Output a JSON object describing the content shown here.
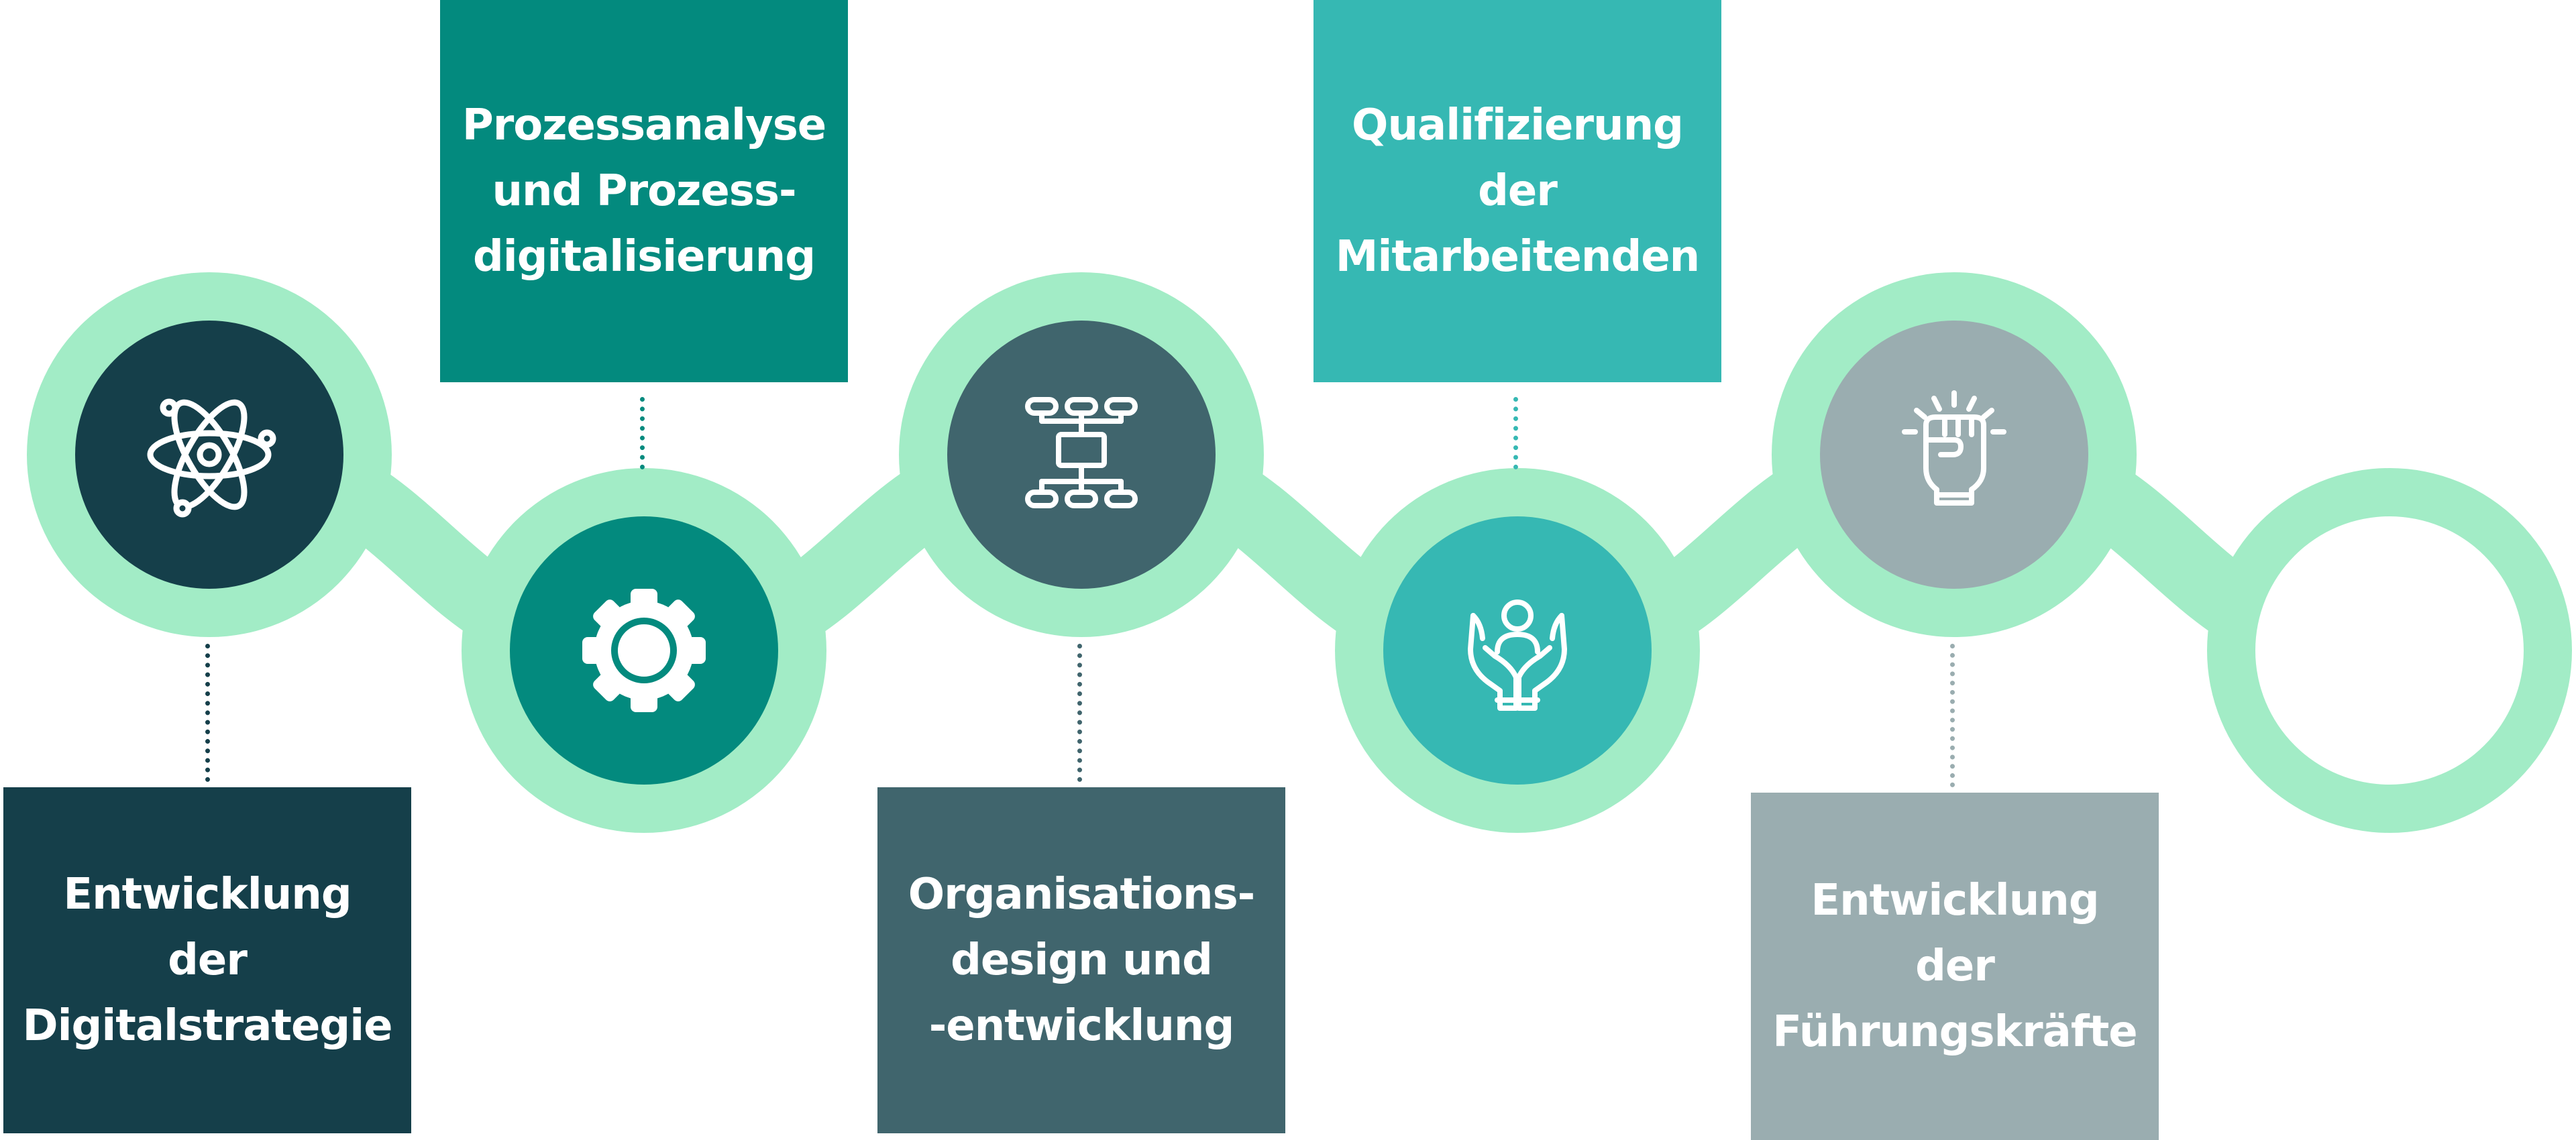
{
  "colors": {
    "chain": "#a2ecc6",
    "background": "#ffffff",
    "text": "#ffffff"
  },
  "steps": [
    {
      "label": "Entwicklung\nder\nDigitalstrategie",
      "icon": "atom-icon",
      "color": "#153f4a",
      "box_position": "bottom"
    },
    {
      "label": "Prozessanalyse\nund Prozess-\ndigitalisierung",
      "icon": "gear-icon",
      "color": "#038a7e",
      "box_position": "top"
    },
    {
      "label": "Organisations-\ndesign und\n-entwicklung",
      "icon": "org-chart-icon",
      "color": "#40656d",
      "box_position": "bottom"
    },
    {
      "label": "Qualifizierung\nder\nMitarbeitenden",
      "icon": "hands-person-icon",
      "color": "#36b8b3",
      "box_position": "top"
    },
    {
      "label": "Entwicklung\nder\nFührungskräfte",
      "icon": "fist-icon",
      "color": "#9aadb0",
      "box_position": "bottom"
    }
  ],
  "end_node": {
    "icon": "none",
    "color": "#ffffff"
  }
}
